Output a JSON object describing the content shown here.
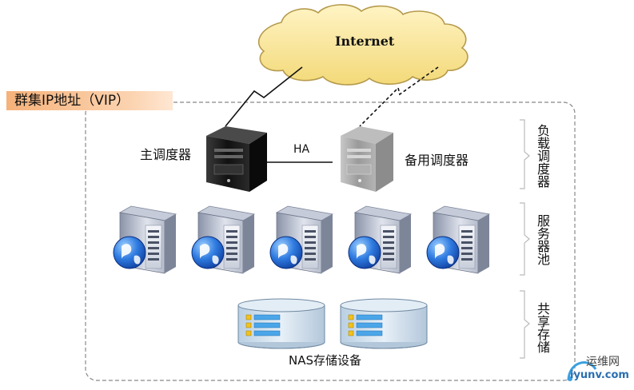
{
  "internet": {
    "label": "Internet"
  },
  "cluster": {
    "vip_label": "群集IP地址（VIP）"
  },
  "schedulers": {
    "primary_label": "主调度器",
    "backup_label": "备用调度器",
    "link_label": "HA"
  },
  "servers": {
    "count": 5
  },
  "storage": {
    "label": "NAS存储设备",
    "count": 2
  },
  "tiers": [
    {
      "label": "负载调度器"
    },
    {
      "label": "服务器池"
    },
    {
      "label": "共享存储"
    }
  ],
  "watermark": {
    "site_name": "运维网",
    "url": "iyunv.com"
  },
  "colors": {
    "cloud_fill": "#fbe9a0",
    "cloud_stroke": "#b59a4d",
    "vip_fill": "#f6b27a",
    "server_dark": "#1c1c1c",
    "server_backup": "#a6a6a6",
    "globe_blue": "#1f5fd0",
    "disk_fill": "#cfe0ee",
    "disk_light": "#4aa6e8"
  }
}
